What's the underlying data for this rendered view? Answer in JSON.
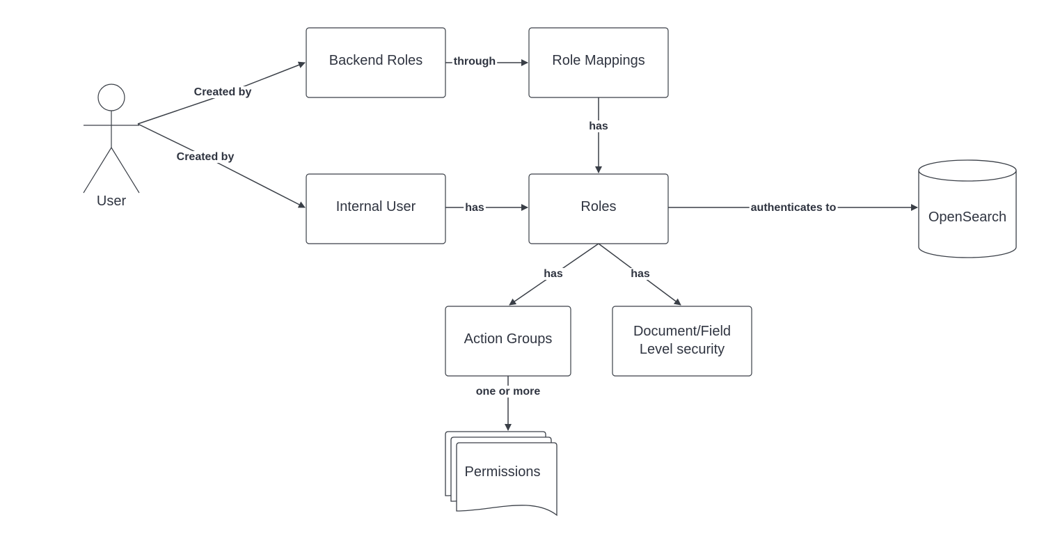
{
  "diagram": {
    "actor": {
      "label": "User"
    },
    "nodes": {
      "backend_roles": "Backend Roles",
      "role_mappings": "Role Mappings",
      "internal_user": "Internal User",
      "roles": "Roles",
      "opensearch": "OpenSearch",
      "action_groups": "Action Groups",
      "doc_field_security_line1": "Document/Field",
      "doc_field_security_line2": "Level security",
      "permissions": "Permissions"
    },
    "edges": {
      "user_to_backend_roles": "Created by",
      "user_to_internal_user": "Created by",
      "backend_roles_to_role_mappings": "through",
      "role_mappings_to_roles": "has",
      "internal_user_to_roles": "has",
      "roles_to_opensearch": "authenticates to",
      "roles_to_action_groups": "has",
      "roles_to_doc_field_security": "has",
      "action_groups_to_permissions": "one or more"
    },
    "colors": {
      "stroke": "#3a3f47",
      "text": "#2f3440",
      "background": "#ffffff"
    }
  }
}
